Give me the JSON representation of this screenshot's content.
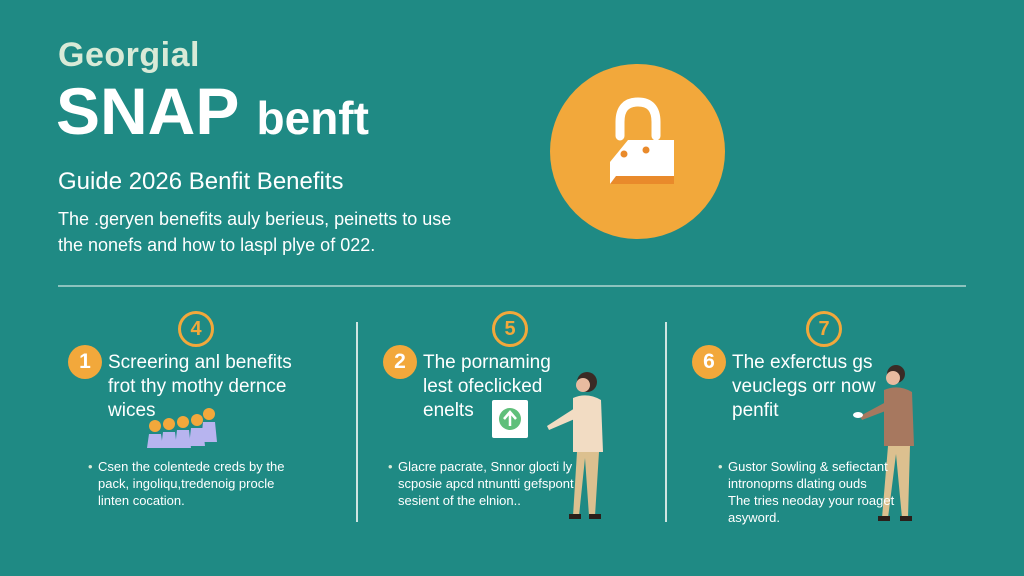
{
  "header": {
    "eyebrow": "Georgial",
    "title_main": "SNAP",
    "title_tail": "benft",
    "subtitle": "Guide 2026 Benfit Benefits",
    "intro_line1": "The .geryen benefits auly berieus, peinetts to use",
    "intro_line2": "the nonefs and how to laspl plye of 022."
  },
  "columns": [
    {
      "top_number": "4",
      "badge": "1",
      "title_lines": [
        "Screering anl benefits",
        "frot thy mothy dernce",
        "wices"
      ],
      "bullet_lines": [
        "Csen the colentede creds by the",
        "pack, ingoliqu,tredenoig procle",
        "linten cocation."
      ]
    },
    {
      "top_number": "5",
      "badge": "2",
      "title_lines": [
        "The pornaming",
        "lest ofeclicked",
        "enelts"
      ],
      "bullet_lines": [
        "Glacre pacrate, Snnor glocti ly",
        "scposie apcd ntnuntti gefspont",
        "sesient of the elnion.."
      ]
    },
    {
      "top_number": "7",
      "badge": "6",
      "title_lines": [
        "The exferctus gs",
        "veuclegs orr now",
        "penfit"
      ],
      "bullet_lines": [
        "Gustor Sowling & sefiectant",
        "intronoprns dlating ouds",
        "The tries neoday your roaget",
        "asyword."
      ]
    }
  ],
  "colors": {
    "background": "#1f8a84",
    "accent": "#f2a83b"
  },
  "icons": {
    "hero": "padlock-tag-icon",
    "col1": "people-group-icon",
    "col2": "recycle-card-icon"
  }
}
